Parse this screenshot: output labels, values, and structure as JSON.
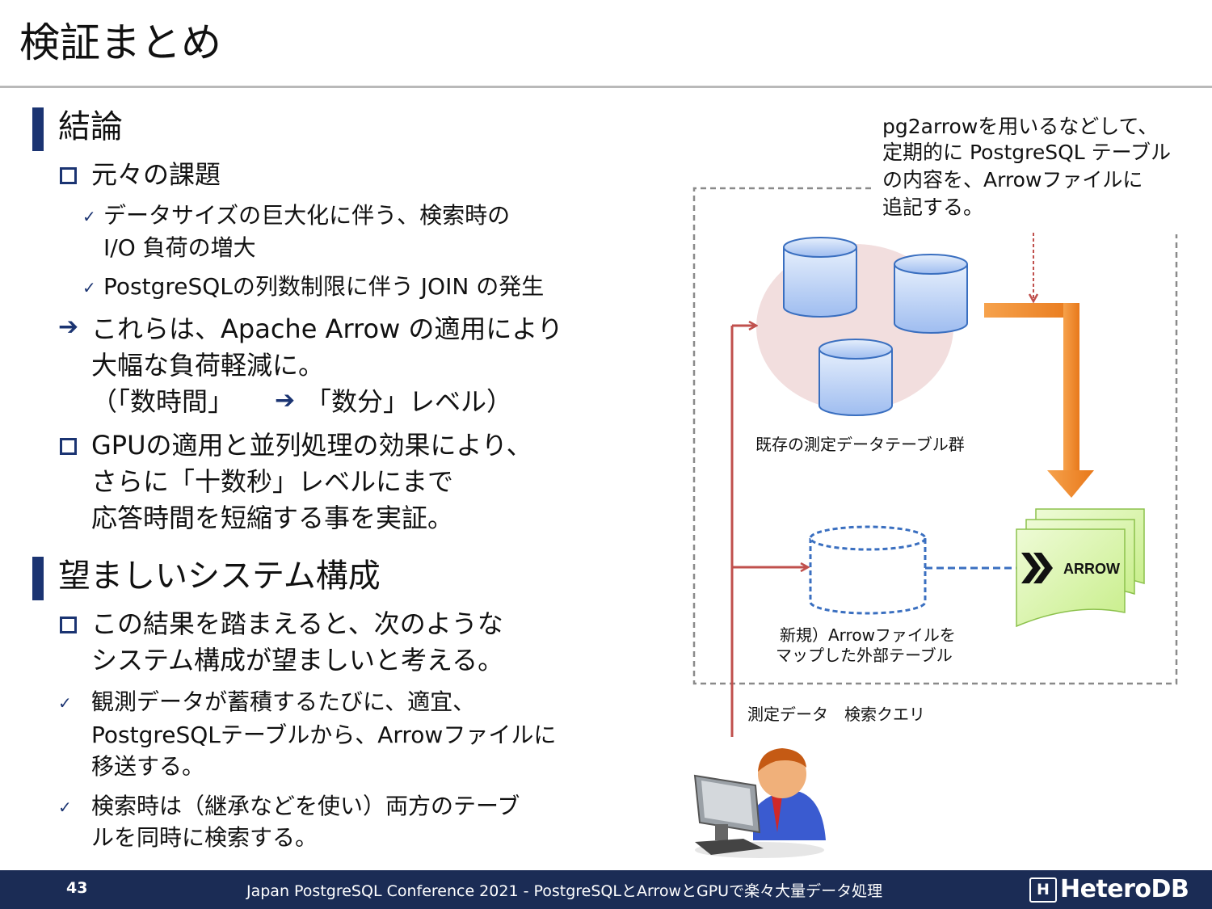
{
  "slide": {
    "title": "検証まとめ"
  },
  "section1": {
    "heading": "結論",
    "item1": "元々の課題",
    "sub1_line1": "データサイズの巨大化に伴う、検索時の",
    "sub1_line2": "I/O 負荷の増大",
    "sub2": "PostgreSQLの列数制限に伴う JOIN の発生",
    "arrow_line1": "これらは、Apache Arrow の適用により",
    "arrow_line2": "大幅な負荷軽減に。",
    "arrow_line3a": "（「数時間」",
    "arrow_line3b": "「数分」レベル）",
    "item2_line1": "GPUの適用と並列処理の効果により、",
    "item2_line2": "さらに「十数秒」レベルにまで",
    "item2_line3": "応答時間を短縮する事を実証。"
  },
  "section2": {
    "heading": "望ましいシステム構成",
    "item1_line1": "この結果を踏まえると、次のような",
    "item1_line2": "システム構成が望ましいと考える。",
    "check1_line1": "観測データが蓄積するたびに、適宜、",
    "check1_line2": "PostgreSQLテーブルから、Arrowファイルに",
    "check1_line3": "移送する。",
    "check2_line1": "検索時は（継承などを使い）両方のテーブ",
    "check2_line2": "ルを同時に検索する。"
  },
  "diagram": {
    "note_line1": "pg2arrowを用いるなどして、",
    "note_line2": "定期的に PostgreSQL テーブル",
    "note_line3": "の内容を、Arrowファイルに",
    "note_line4": "追記する。",
    "existing_tables_label": "既存の測定データテーブル群",
    "new_table_line1": "新規）Arrowファイルを",
    "new_table_line2": "マップした外部テーブル",
    "query_label": "測定データ　検索クエリ",
    "arrow_file_label": "ARROW",
    "colors": {
      "cylinder_fill": "#bcd3f5",
      "cylinder_stroke": "#3a6fc0",
      "cluster_fill": "#f2dede",
      "orange_arrow": "#f08a2a",
      "red_line": "#c0504d",
      "file_fill": "#d7f3a5",
      "file_stroke": "#8cc14c"
    }
  },
  "footer": {
    "page_number": "43",
    "text": "Japan PostgreSQL Conference 2021 - PostgreSQLとArrowとGPUで楽々大量データ処理",
    "logo_mark": "H",
    "logo_text": "HeteroDB",
    "background": "#1b2c55"
  }
}
